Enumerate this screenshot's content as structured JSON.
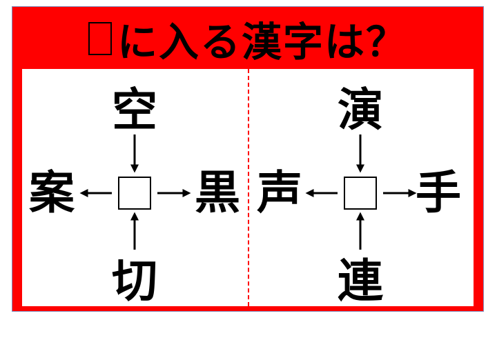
{
  "title": {
    "prefix_symbol": "□",
    "text": "に入る漢字は？"
  },
  "colors": {
    "accent": "#ff0000",
    "text": "#000000"
  },
  "puzzles": [
    {
      "top": "空",
      "left": "案",
      "right": "黒",
      "bottom": "切"
    },
    {
      "top": "演",
      "left": "声",
      "right": "手",
      "bottom": "連"
    }
  ]
}
